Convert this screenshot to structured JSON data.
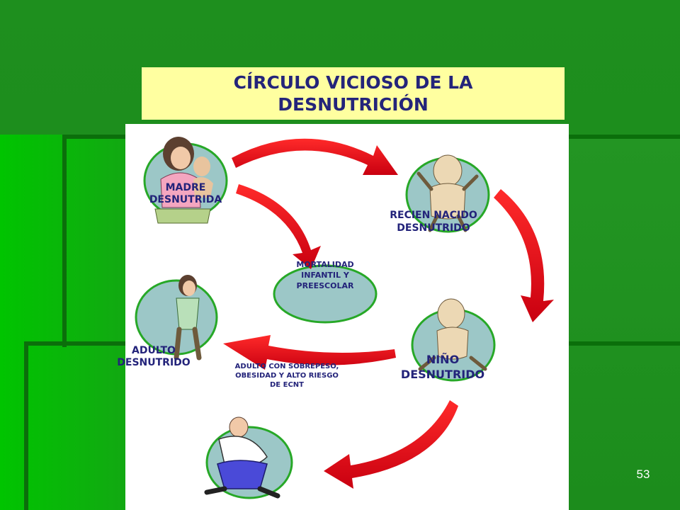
{
  "slide": {
    "title": "CÍRCULO VICIOSO DE LA\nDESNUTRICIÓN",
    "page_number": "53"
  },
  "diagram": {
    "nodes": {
      "madre": "MADRE\nDESNUTRIDA",
      "recien_nacido": "RECIEN NACIDO\nDESNUTRIDO",
      "nino": "NIÑO\nDESNUTRIDO",
      "adulto": "ADULTO\nDESNUTRIDO",
      "mortalidad": "MORTALIDAD\nINFANTIL  Y\nPREESCOLAR",
      "sobrepeso": "ADULTO CON SOBREPESO,\nOBESIDAD Y ALTO RIESGO\nDE ECNT"
    }
  },
  "colors": {
    "title_bg": "#ffffa0",
    "title_text": "#24247a",
    "arrow": "#e8101a",
    "circle_fill": "#9cc7c7",
    "circle_stroke": "#27a827",
    "label_text": "#23237a"
  }
}
